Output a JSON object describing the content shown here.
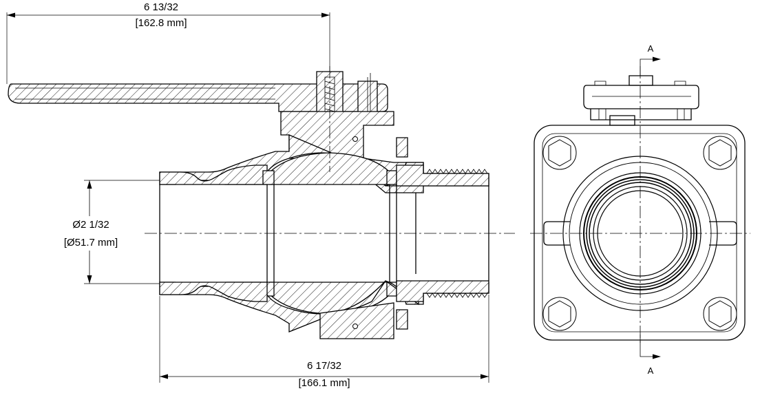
{
  "dimensions": {
    "handle_length": {
      "fraction": "6 13/32",
      "metric": "[162.8 mm]"
    },
    "bore_diameter": {
      "fraction": "Ø2 1/32",
      "metric": "[Ø51.7 mm]"
    },
    "overall_length": {
      "fraction": "6 17/32",
      "metric": "[166.1 mm]"
    }
  },
  "section_marks": {
    "top": "A",
    "bottom": "A"
  }
}
